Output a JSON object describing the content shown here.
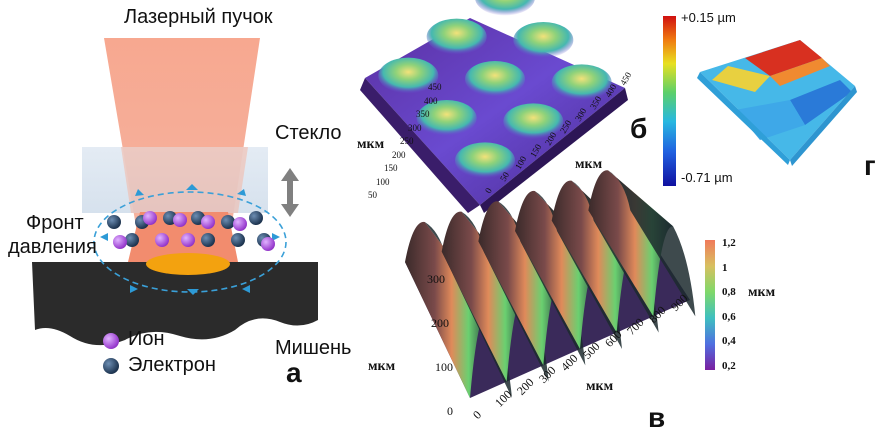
{
  "panel_a": {
    "letter": "а",
    "laser_label": "Лазерный пучок",
    "glass_label": "Стекло",
    "front_label_line1": "Фронт",
    "front_label_line2": "давления",
    "target_label": "Мишень",
    "ion_label": "Ион",
    "electron_label": "Электрон",
    "colors": {
      "beam": "#f7a58c",
      "glass": "#d7e3ef",
      "target": "#2a2a2a",
      "plasma": "#f28c6e",
      "melt": "#f3a20f",
      "ion": "#a855d8",
      "electron": "#1f3550",
      "front": "#3aa0d8"
    }
  },
  "panel_b": {
    "letter": "б",
    "xlabel": "мкм",
    "ylabel": "мкм",
    "x_ticks": [
      "0",
      "50",
      "100",
      "150",
      "200",
      "250",
      "300",
      "350",
      "400",
      "450"
    ],
    "y_ticks": [
      "0",
      "50",
      "100",
      "150",
      "200",
      "250",
      "300",
      "350",
      "400",
      "450"
    ]
  },
  "panel_v": {
    "letter": "в",
    "xlabel": "мкм",
    "ylabel": "мкм",
    "x_ticks": [
      "0",
      "100",
      "200",
      "300",
      "400",
      "500",
      "600",
      "700",
      "800",
      "900"
    ],
    "y_ticks": [
      "0",
      "100",
      "200",
      "300"
    ],
    "colorbar_label": "мкм",
    "colorbar_ticks": [
      "1,2",
      "1",
      "0,8",
      "0,6",
      "0,4",
      "0,2"
    ]
  },
  "panel_g": {
    "letter": "г",
    "max_label": "+0.15 µm",
    "min_label": "-0.71 µm"
  }
}
